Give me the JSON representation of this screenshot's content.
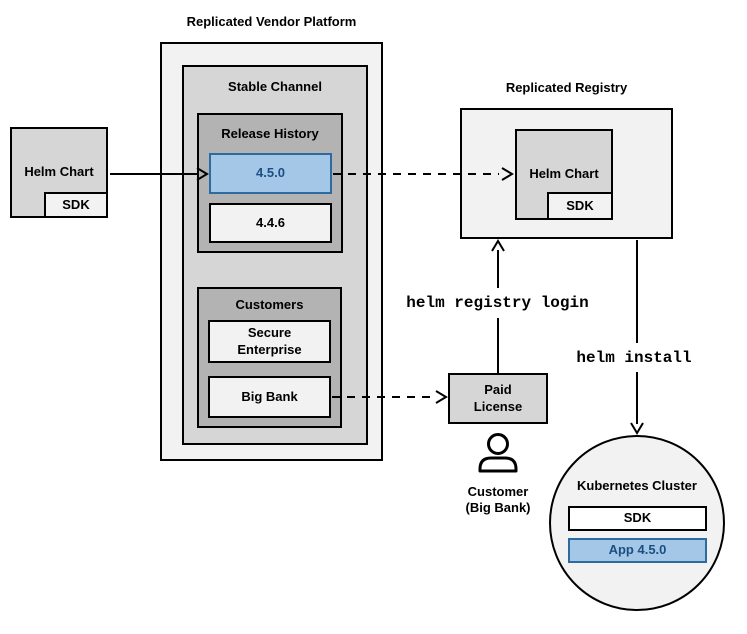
{
  "palette": {
    "light_gray": "#f2f2f2",
    "medium_gray": "#d6d6d6",
    "dark_gray": "#b3b3b3",
    "blue_fill": "#a4c7e8",
    "blue_border": "#2c6aa0",
    "blue_text": "#1b4f82",
    "line_color": "#000000"
  },
  "vendor_platform": {
    "title": "Replicated Vendor Platform",
    "stable_channel": {
      "label": "Stable Channel",
      "release_history": {
        "label": "Release History",
        "releases": [
          {
            "version": "4.5.0",
            "highlighted": true
          },
          {
            "version": "4.4.6",
            "highlighted": false
          }
        ]
      },
      "customers": {
        "label": "Customers",
        "items": [
          {
            "name": "Secure Enterprise"
          },
          {
            "name": "Big Bank"
          }
        ]
      }
    }
  },
  "helm_chart_source": {
    "label": "Helm Chart",
    "sdk_label": "SDK"
  },
  "registry": {
    "title": "Replicated Registry",
    "helm_chart": {
      "label": "Helm Chart",
      "sdk_label": "SDK"
    }
  },
  "paid_license": {
    "label": "Paid License"
  },
  "customer": {
    "lines": [
      "Customer",
      "(Big Bank)"
    ]
  },
  "commands": {
    "registry_login": "helm registry login",
    "install": "helm install"
  },
  "kubernetes": {
    "title": "Kubernetes Cluster",
    "sdk_label": "SDK",
    "app_label": "App 4.5.0"
  }
}
